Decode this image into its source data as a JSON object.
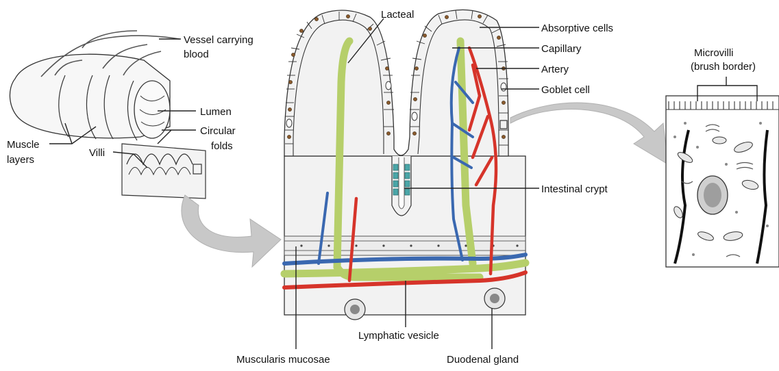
{
  "labels": {
    "vessel_carrying_blood_1": "Vessel carrying",
    "vessel_carrying_blood_2": "blood",
    "lumen": "Lumen",
    "circular_folds_1": "Circular",
    "circular_folds_2": "folds",
    "muscle_layers_1": "Muscle",
    "muscle_layers_2": "layers",
    "villi": "Villi",
    "lacteal": "Lacteal",
    "absorptive_cells": "Absorptive cells",
    "capillary": "Capillary",
    "artery": "Artery",
    "goblet_cell": "Goblet cell",
    "intestinal_crypt": "Intestinal crypt",
    "lymphatic_vesicle": "Lymphatic vesicle",
    "muscularis_mucosae": "Muscularis mucosae",
    "duodenal_gland": "Duodenal gland",
    "microvilli_1": "Microvilli",
    "microvilli_2": "(brush border)"
  },
  "colors": {
    "artery": "#d6342a",
    "capillary": "#3a68b0",
    "lacteal": "#b6cf6a",
    "crypt_cells": "#4aa6a8",
    "arrow": "#c8c8c8",
    "tissue": "#f2f2f2"
  }
}
